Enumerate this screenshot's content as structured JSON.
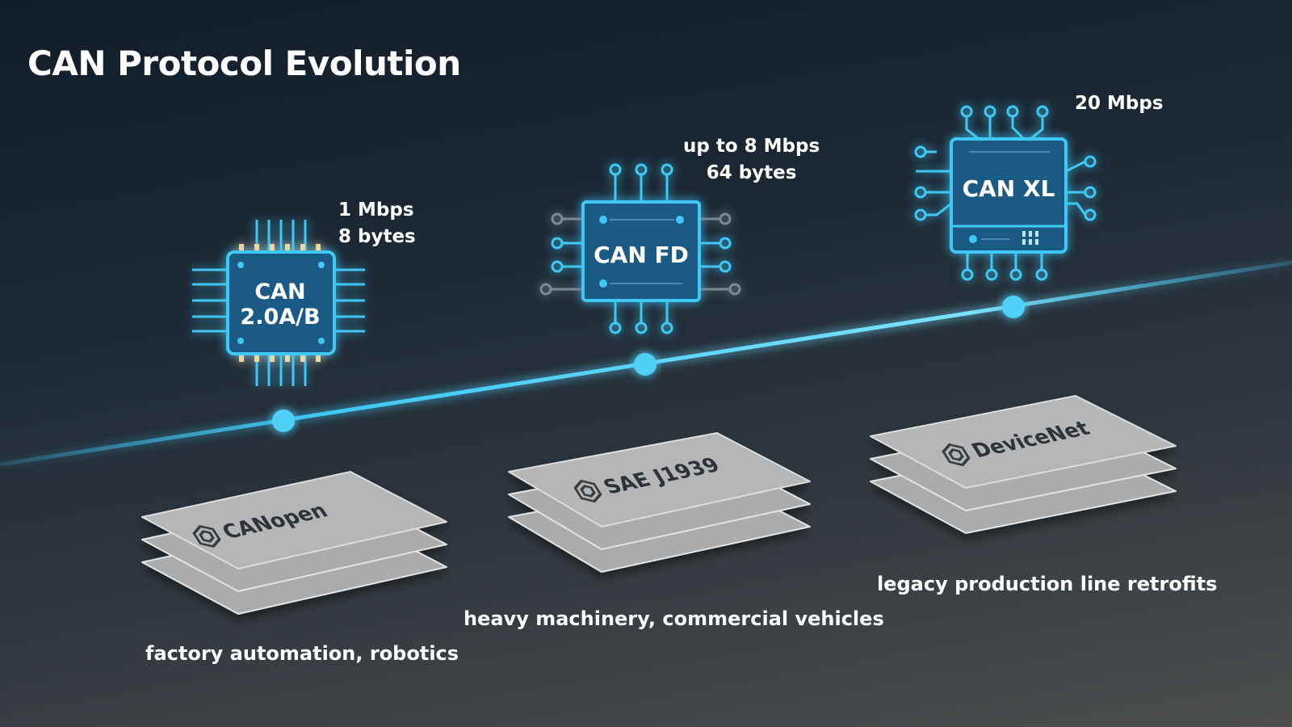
{
  "title": "CAN Protocol Evolution",
  "colors": {
    "accent": "#3fc8f5",
    "chip_fill": "#1f5a86",
    "card_fill": "#b5b6b7"
  },
  "stages": [
    {
      "chip_label_lines": [
        "CAN",
        "2.0A/B"
      ],
      "specs": [
        "1 Mbps",
        "8 bytes"
      ],
      "standard": "CANopen",
      "standard_icon": "hexagon-logo-icon",
      "use_case": "factory automation, robotics"
    },
    {
      "chip_label_lines": [
        "CAN FD"
      ],
      "specs": [
        "up to 8 Mbps",
        "64 bytes"
      ],
      "standard": "SAE J1939",
      "standard_icon": "hexagon-logo-icon",
      "use_case": "heavy machinery, commercial vehicles"
    },
    {
      "chip_label_lines": [
        "CAN XL"
      ],
      "specs": [
        "20 Mbps"
      ],
      "standard": "DeviceNet",
      "standard_icon": "hexagon-logo-icon",
      "use_case": "legacy production line retrofits"
    }
  ]
}
